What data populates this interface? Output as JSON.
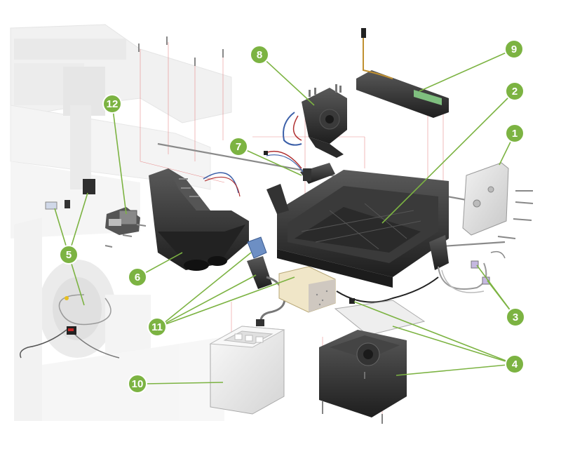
{
  "diagram": {
    "colors": {
      "callout_fill": "#7cb342",
      "callout_stroke": "#ffffff",
      "leader": "#7cb342",
      "part_dark": "#2c2c2c",
      "part_mid": "#4a4a4a",
      "frame_ghost": "#e8e8e8",
      "guide_line": "#e57373"
    },
    "callouts": [
      {
        "id": "1",
        "label": "1"
      },
      {
        "id": "2",
        "label": "2"
      },
      {
        "id": "3",
        "label": "3"
      },
      {
        "id": "4",
        "label": "4"
      },
      {
        "id": "5",
        "label": "5"
      },
      {
        "id": "6",
        "label": "6"
      },
      {
        "id": "7",
        "label": "7"
      },
      {
        "id": "8",
        "label": "8"
      },
      {
        "id": "9",
        "label": "9"
      },
      {
        "id": "10",
        "label": "10"
      },
      {
        "id": "11",
        "label": "11"
      },
      {
        "id": "12",
        "label": "12"
      }
    ]
  }
}
